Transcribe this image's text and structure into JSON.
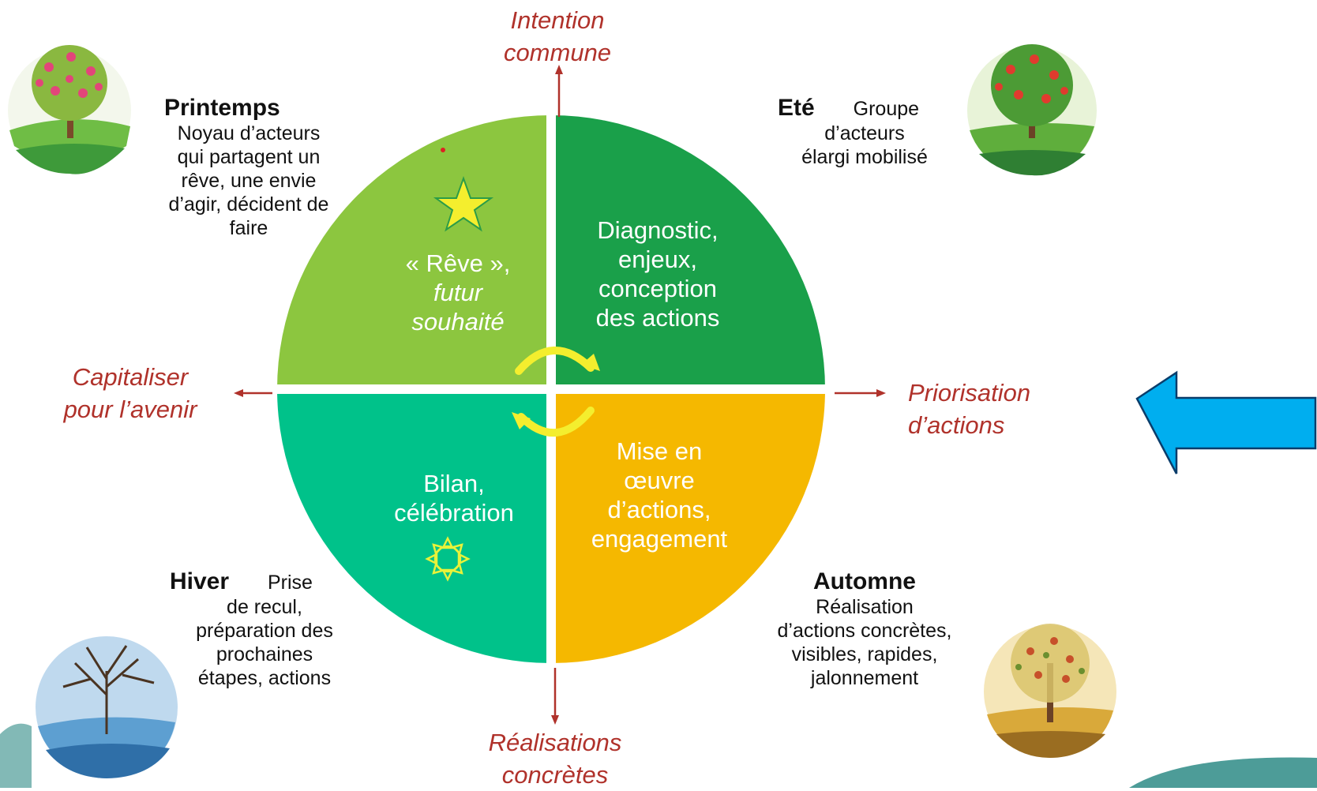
{
  "axes": {
    "top": [
      "Intention",
      "commune"
    ],
    "bottom": [
      "Réalisations",
      "concrètes"
    ],
    "left": [
      "Capitaliser",
      "pour l’avenir"
    ],
    "right": [
      "Priorisation",
      "d’actions"
    ]
  },
  "seasons": {
    "printemps": {
      "name": "Printemps",
      "desc": [
        "Noyau d’acteurs",
        "qui partagent un",
        "rêve, une envie",
        "d’agir, décident de",
        "faire"
      ]
    },
    "ete": {
      "name": "Eté",
      "desc_inline": "Groupe",
      "desc": [
        "d’acteurs",
        "élargi mobilisé"
      ]
    },
    "hiver": {
      "name": "Hiver",
      "desc_inline": "Prise",
      "desc": [
        "de recul,",
        "préparation des",
        "prochaines",
        "étapes, actions"
      ]
    },
    "automne": {
      "name": "Automne",
      "desc": [
        "Réalisation",
        "d’actions concrètes,",
        "visibles, rapides,",
        "jalonnement"
      ]
    }
  },
  "quadrants": {
    "top_left": {
      "line1": "« Rêve »,",
      "italic": [
        "futur",
        "souhaité"
      ]
    },
    "top_right": [
      "Diagnostic,",
      "enjeux,",
      "conception",
      "des actions"
    ],
    "bottom_left": [
      "Bilan,",
      "célébration"
    ],
    "bottom_right": [
      "Mise en",
      "œuvre",
      "d’actions,",
      "engagement"
    ]
  },
  "colors": {
    "top_left": "#8cc63f",
    "top_right": "#1aa04a",
    "bottom_left": "#00c28a",
    "bottom_right": "#f5b800",
    "axis_red": "#b0322b",
    "arrow_blue": "#00aeef"
  },
  "icons": [
    "star-icon",
    "sun-icon",
    "cycle-arrows-icon",
    "tree-spring-icon",
    "tree-summer-icon",
    "tree-winter-icon",
    "tree-autumn-icon",
    "left-arrow-icon"
  ]
}
